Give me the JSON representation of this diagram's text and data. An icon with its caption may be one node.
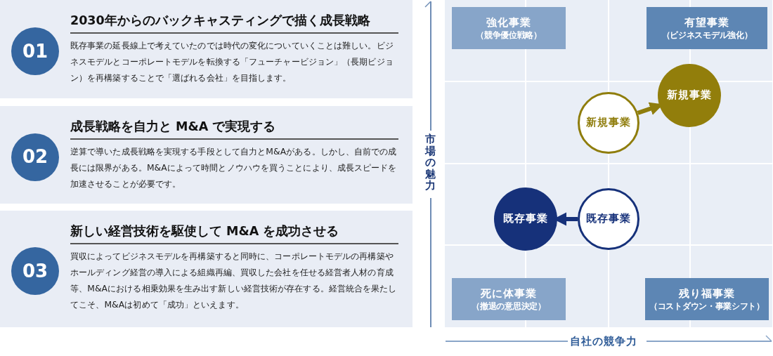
{
  "diagram": {
    "nodes": [
      {
        "text": [
          "2030年からのバックキャスティングで描く成長戦略",
          "既存事業の延長線上で考えていたのでは時代の変化についていくことは難しい。ビジネスモデルとコーポレートモデルを転換する「フューチャービジョン」（長期ビジョン）を再構築することで「選ばれる会社」を目指します。"
        ]
      },
      {
        "text": [
          "01"
        ],
        "in": 0
      },
      {
        "text": [
          "成長戦略を自力と M&A で実現する",
          "逆算で導いた成長戦略を実現する手段として自力とM&Aがある。しかし、自前での成長には限界がある。M&Aによって時間とノウハウを買うことにより、成長スピードを加速させることが必要です。"
        ]
      },
      {
        "text": [
          "02"
        ],
        "in": 2
      },
      {
        "text": [
          "新しい経営技術を駆使して M&A を成功させる",
          "買収によってビジネスモデルを再構築すると同時に、コーポレートモデルの再構築やホールディング経営の導入による組織再編、買収した会社を任せる経営者人材の育成等、M&Aにおける相乗効果を生み出す新しい経営技術が存在する。経営統合を果たしてこそ、M&Aは初めて「成功」といえます。"
        ]
      },
      {
        "text": [
          "03"
        ],
        "in": 4
      },
      {
        "text": [
          "強化事業",
          "（競争優位戦略）"
        ]
      },
      {
        "text": [
          "有望事業",
          "（ビジネスモデル強化）"
        ]
      },
      {
        "text": [
          "新規事業"
        ]
      },
      {
        "text": [
          "新規事業"
        ]
      },
      {
        "text": [
          "既存事業"
        ]
      },
      {
        "text": [
          "既存事業"
        ]
      },
      {
        "text": [
          "死に体事業",
          "（撤退の意思決定）"
        ]
      },
      {
        "text": [
          "残り福事業",
          "（コストダウン・事業シフト）"
        ]
      }
    ],
    "edges": [
      {
        "from": 8,
        "to": 9,
        "arrow": "to",
        "color": "#8f7d0c"
      },
      {
        "from": 11,
        "to": 10,
        "arrow": "to",
        "color": "#16317a"
      }
    ],
    "labels": [
      "市場の魅力",
      "自社の競争力"
    ]
  }
}
